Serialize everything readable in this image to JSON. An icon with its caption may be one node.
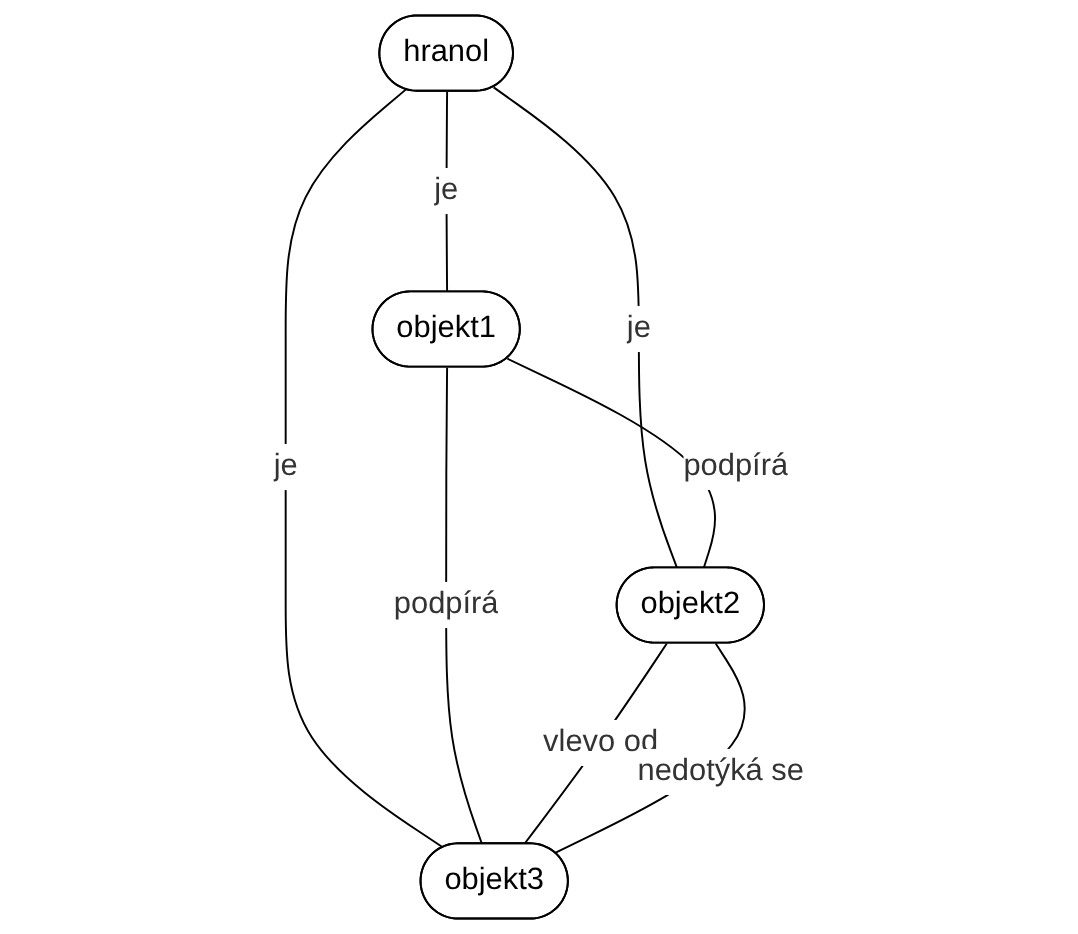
{
  "diagram": {
    "nodes": [
      {
        "text": [
          "hranol"
        ]
      },
      {
        "text": [
          "objekt1"
        ]
      },
      {
        "text": [
          "objekt2"
        ]
      },
      {
        "text": [
          "objekt3"
        ]
      }
    ],
    "edges": [
      {
        "from": 0,
        "to": 1,
        "arrow": "none",
        "label": "je"
      },
      {
        "from": 0,
        "to": 2,
        "arrow": "none",
        "label": "je"
      },
      {
        "from": 0,
        "to": 3,
        "arrow": "none",
        "label": "je"
      },
      {
        "from": 1,
        "to": 2,
        "arrow": "none",
        "label": "podpírá"
      },
      {
        "from": 1,
        "to": 3,
        "arrow": "none",
        "label": "podpírá"
      },
      {
        "from": 2,
        "to": 3,
        "arrow": "none",
        "label": "vlevo od"
      },
      {
        "from": 2,
        "to": 3,
        "arrow": "none",
        "label": "nedotýká se"
      }
    ]
  }
}
